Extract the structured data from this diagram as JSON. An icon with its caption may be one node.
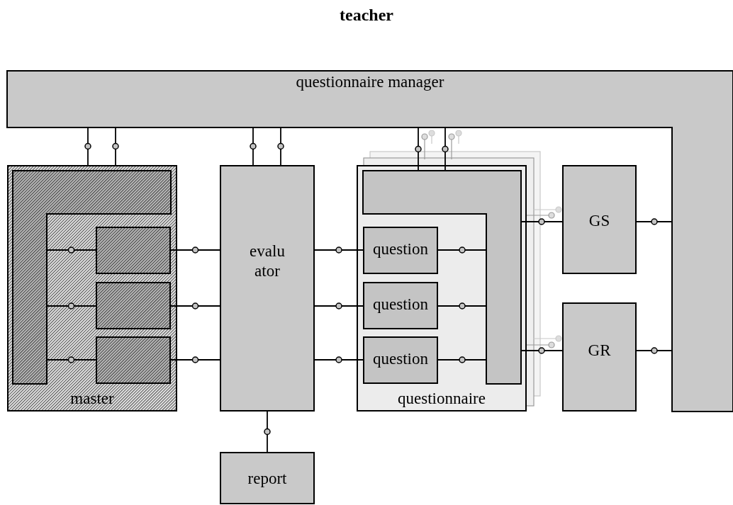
{
  "diagram": {
    "title": "teacher",
    "nodes": [
      {
        "text": [
          "questionnaire manager"
        ]
      },
      {
        "text": [
          "master"
        ]
      },
      {
        "text": [],
        "shape": "box",
        "in": 1
      },
      {
        "text": [],
        "shape": "box",
        "in": 1
      },
      {
        "text": [],
        "shape": "box",
        "in": 1
      },
      {
        "text": [],
        "shape": "box",
        "in": 1
      },
      {
        "text": [
          "evalu ator"
        ]
      },
      {
        "text": [
          "questionnaire"
        ]
      },
      {
        "text": [],
        "shape": "box",
        "in": 7
      },
      {
        "text": [
          "question"
        ],
        "in": 7
      },
      {
        "text": [
          "question"
        ],
        "in": 7
      },
      {
        "text": [
          "question"
        ],
        "in": 7
      },
      {
        "text": [
          "GS"
        ]
      },
      {
        "text": [
          "GR"
        ]
      },
      {
        "text": [
          "report"
        ]
      }
    ],
    "edges": [
      {
        "from": 0,
        "to": 1,
        "arrow": "none"
      },
      {
        "from": 0,
        "to": 1,
        "arrow": "none"
      },
      {
        "from": 0,
        "to": 6,
        "arrow": "none"
      },
      {
        "from": 0,
        "to": 6,
        "arrow": "none"
      },
      {
        "from": 0,
        "to": 8,
        "arrow": "none"
      },
      {
        "from": 0,
        "to": 8,
        "arrow": "none"
      },
      {
        "from": 2,
        "to": 3,
        "arrow": "none"
      },
      {
        "from": 2,
        "to": 4,
        "arrow": "none"
      },
      {
        "from": 2,
        "to": 5,
        "arrow": "none"
      },
      {
        "from": 3,
        "to": 6,
        "arrow": "none"
      },
      {
        "from": 4,
        "to": 6,
        "arrow": "none"
      },
      {
        "from": 5,
        "to": 6,
        "arrow": "none"
      },
      {
        "from": 6,
        "to": 9,
        "arrow": "none"
      },
      {
        "from": 6,
        "to": 10,
        "arrow": "none"
      },
      {
        "from": 6,
        "to": 11,
        "arrow": "none"
      },
      {
        "from": 9,
        "to": 8,
        "arrow": "none"
      },
      {
        "from": 10,
        "to": 8,
        "arrow": "none"
      },
      {
        "from": 11,
        "to": 8,
        "arrow": "none"
      },
      {
        "from": 8,
        "to": 12,
        "arrow": "none"
      },
      {
        "from": 8,
        "to": 13,
        "arrow": "none"
      },
      {
        "from": 12,
        "to": 0,
        "arrow": "none"
      },
      {
        "from": 13,
        "to": 0,
        "arrow": "none"
      },
      {
        "from": 6,
        "to": 14,
        "arrow": "none"
      }
    ]
  }
}
